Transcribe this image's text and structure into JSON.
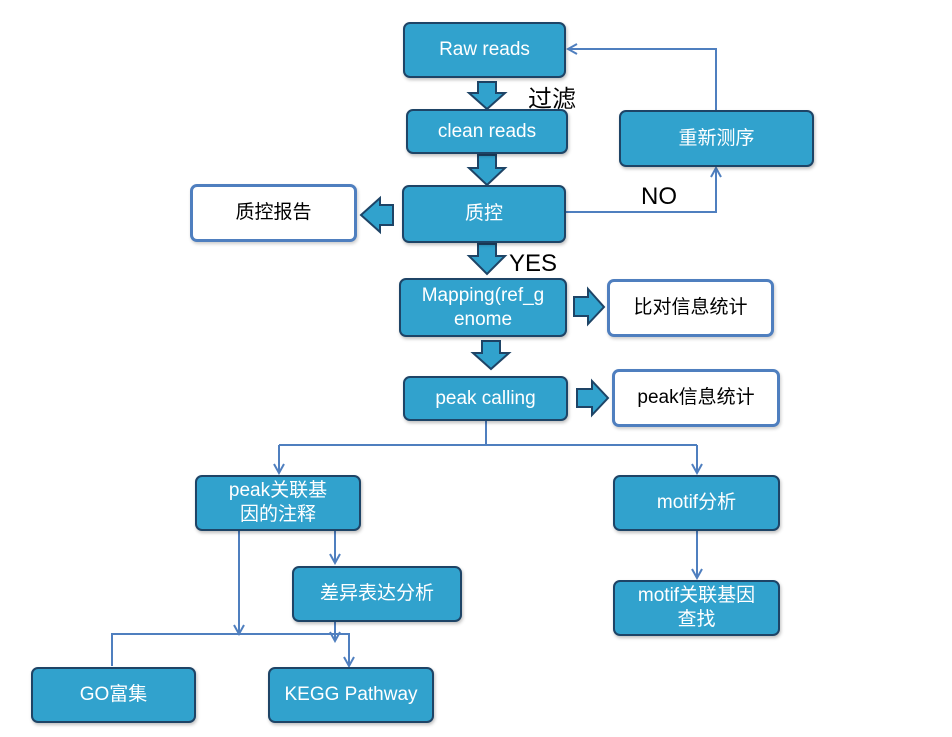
{
  "nodes": {
    "raw_reads": "Raw reads",
    "clean_reads": "clean reads",
    "qc": "质控",
    "resequence": "重新测序",
    "qc_report": "质控报告",
    "mapping": "Mapping(ref_g enome",
    "mapping_stats": "比对信息统计",
    "peak_calling": "peak calling",
    "peak_stats": "peak信息统计",
    "peak_annotation": "peak关联基因的注释",
    "motif_analysis": "motif分析",
    "diff_expression": "差异表达分析",
    "motif_gene_search": "motif关联基因查找",
    "go_enrichment": "GO富集",
    "kegg_pathway": "KEGG Pathway"
  },
  "labels": {
    "filter": "过滤",
    "no": "NO",
    "yes": "YES"
  },
  "colors": {
    "box_fill": "#31a2cd",
    "box_border": "#1e4466",
    "white_box_border": "#4f7fbf",
    "connector": "#4f7fbf"
  }
}
